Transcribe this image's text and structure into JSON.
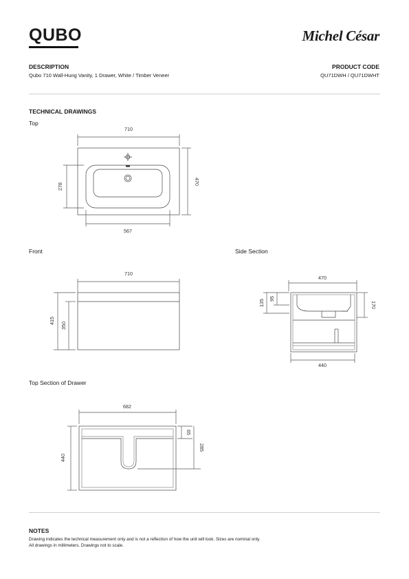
{
  "header": {
    "brand": "QUBO",
    "logo": "Michel César"
  },
  "description": {
    "label": "DESCRIPTION",
    "text": "Qubo 710 Wall-Hung Vanity, 1 Drawer, White / Timber Veneer"
  },
  "product_code": {
    "label": "PRODUCT CODE",
    "text": "QU71DWH / QU71DWHT"
  },
  "technical": {
    "heading": "TECHNICAL DRAWINGS"
  },
  "views": {
    "top": {
      "title": "Top",
      "width": "710",
      "depth": "470",
      "basin_depth": "278",
      "basin_width": "567"
    },
    "front": {
      "title": "Front",
      "width": "710",
      "total_height": "415",
      "cabinet_height": "350"
    },
    "side": {
      "title": "Side Section",
      "depth": "470",
      "top_height": "135",
      "basin_height": "95",
      "right_height": "170",
      "inner_depth": "440"
    },
    "drawer": {
      "title": "Top Section of Drawer",
      "width": "682",
      "depth": "440",
      "notch_top": "65",
      "notch_depth": "285"
    }
  },
  "notes": {
    "label": "NOTES",
    "line1": "Drawing indicates the technical measurement only and is not a reflection of how the unit will look. Sizes are nominal only.",
    "line2": "All drawings in millimeters. Drawings not to scale."
  }
}
